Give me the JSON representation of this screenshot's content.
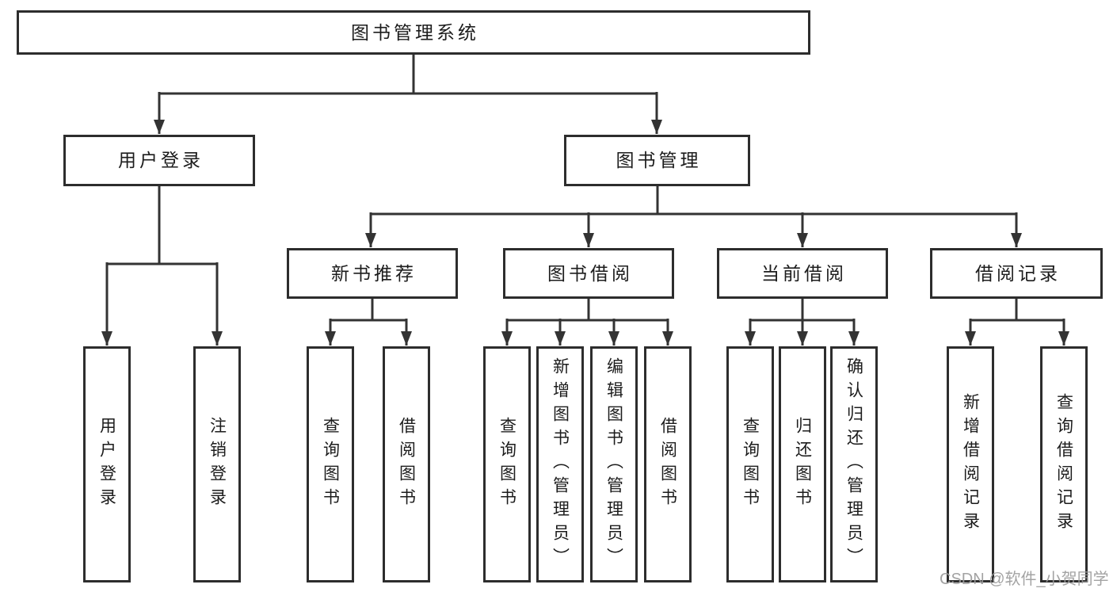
{
  "meta": {
    "background": "#ffffff",
    "line_color": "#333333",
    "box_border_color": "#2d2d2d",
    "box_fill": "#ffffff",
    "text_color": "#1c1c1c",
    "watermark_color": "#9b9b9b"
  },
  "nodes": {
    "root": "图书管理系统",
    "user_login": "用户登录",
    "book_mgmt": "图书管理",
    "new_book_rec": "新书推荐",
    "book_borrow": "图书借阅",
    "current_borrow": "当前借阅",
    "borrow_record": "借阅记录",
    "ul_user_login": "用户登录",
    "ul_logout": "注销登录",
    "nb_query_book": "查询图书",
    "nb_borrow_book": "借阅图书",
    "bb_query_book": "查询图书",
    "bb_add_book": "新增图书（管理员）",
    "bb_edit_book": "编辑图书（管理员）",
    "bb_borrow_book": "借阅图书",
    "cb_query_book": "查询图书",
    "cb_return_book": "归还图书",
    "cb_confirm_return": "确认归还（管理员）",
    "br_add_record": "新增借阅记录",
    "br_query_record": "查询借阅记录"
  },
  "watermark": "CSDN @软件_小贺同学"
}
